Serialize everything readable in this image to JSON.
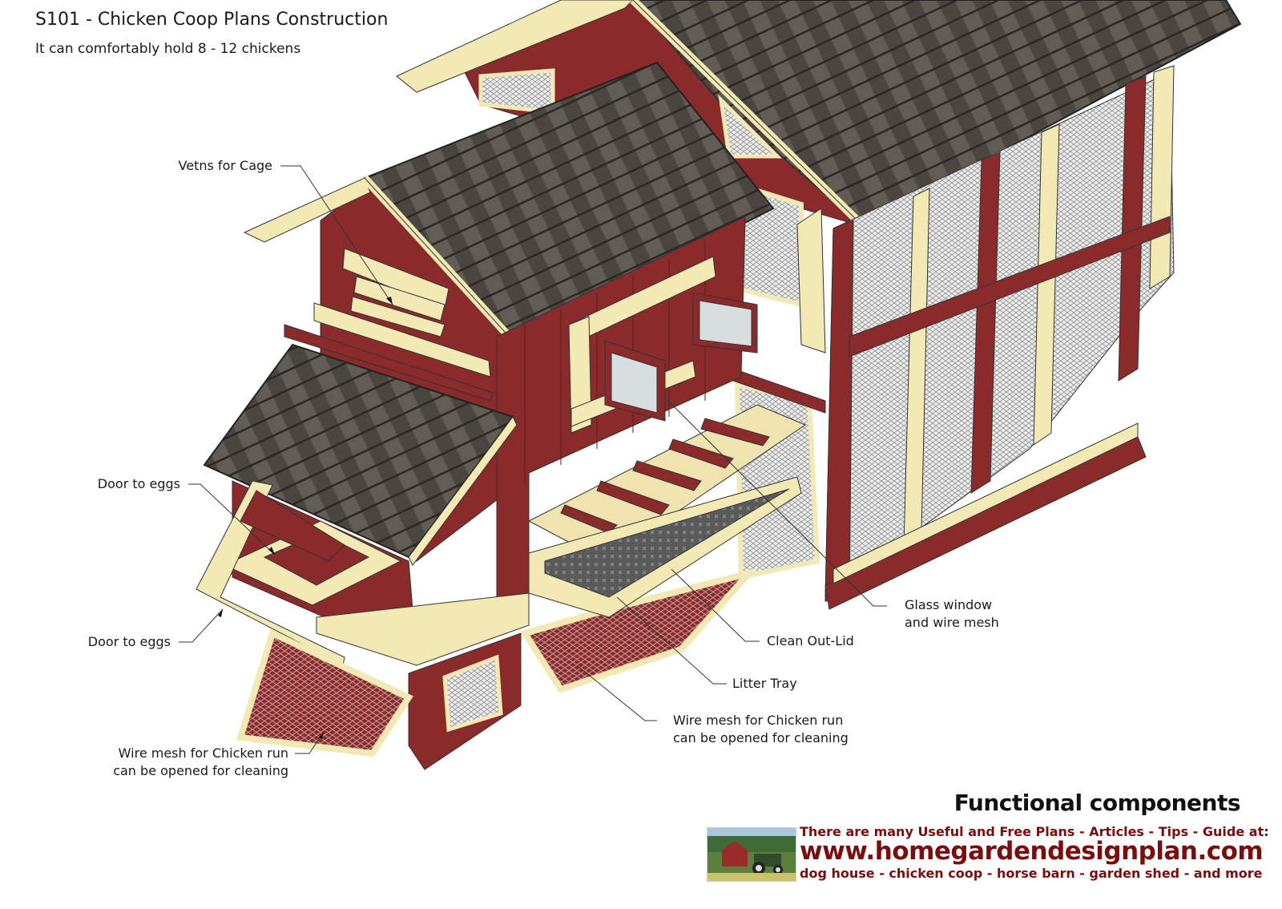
{
  "header": {
    "title": "S101 - Chicken Coop Plans Construction",
    "subtitle": "It can comfortably hold 8 - 12 chickens"
  },
  "callouts": [
    {
      "id": "vents",
      "text": "Vetns for Cage"
    },
    {
      "id": "door-eggs-1",
      "text": "Door to eggs"
    },
    {
      "id": "door-eggs-2",
      "text": "Door to eggs"
    },
    {
      "id": "wire-mesh-left",
      "line1": "Wire mesh for Chicken run",
      "line2": "can be opened for cleaning"
    },
    {
      "id": "wire-mesh-center",
      "line1": "Wire mesh for Chicken run",
      "line2": "can be opened for cleaning"
    },
    {
      "id": "litter-tray",
      "text": "Litter Tray"
    },
    {
      "id": "clean-out-lid",
      "text": "Clean Out-Lid"
    },
    {
      "id": "glass-window",
      "line1": "Glass window",
      "line2": "and wire mesh"
    }
  ],
  "footer": {
    "section_title": "Functional components",
    "banner_line1": "There are many Useful and Free Plans - Articles - Tips - Guide at:",
    "banner_url": "www.homegardendesignplan.com",
    "banner_line2": "dog house - chicken coop - horse barn - garden shed - and more"
  },
  "colors": {
    "barn_red": "#8b2a2a",
    "trim_cream": "#f3e9b5",
    "roof_shingle": "#4e4a44",
    "mesh_gray": "#c9c9c9",
    "brand_red": "#7a0d0d"
  }
}
